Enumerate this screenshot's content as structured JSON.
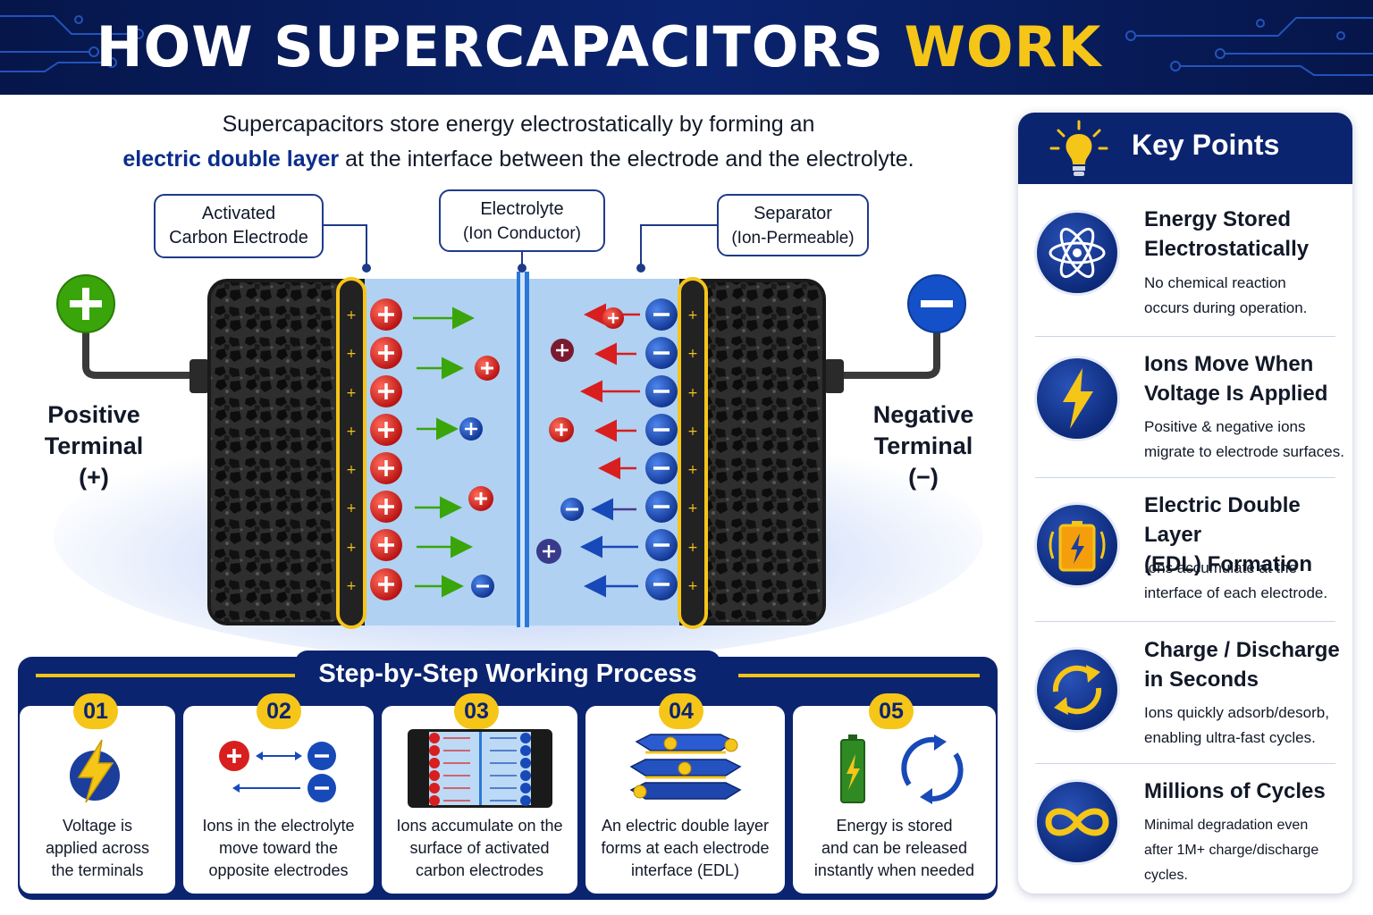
{
  "header": {
    "title_main": "HOW SUPERCAPACITORS",
    "title_accent": "WORK",
    "accent_color": "#f5c518",
    "background_color": "#0b2470"
  },
  "subtitle": {
    "line1": "Supercapacitors store energy electrostatically by forming an",
    "highlight": "electric double layer",
    "line2_rest": "at the interface between the electrode and the electrolyte."
  },
  "diagram": {
    "callouts": {
      "electrode": {
        "line1": "Activated",
        "line2": "Carbon Electrode"
      },
      "electrolyte": {
        "line1": "Electrolyte",
        "line2": "(Ion Conductor)"
      },
      "separator": {
        "line1": "Separator",
        "line2": "(Ion-Permeable)"
      }
    },
    "positive_terminal": {
      "line1": "Positive",
      "line2": "Terminal",
      "line3": "(+)",
      "icon": "plus-icon",
      "color": "#3aa50a"
    },
    "negative_terminal": {
      "line1": "Negative",
      "line2": "Terminal",
      "line3": "(−)",
      "icon": "minus-icon",
      "color": "#1450c8"
    },
    "colors": {
      "positive_ion": "#d81e1e",
      "negative_ion": "#1849b8",
      "electrolyte": "#bcd9f5",
      "edl_outline": "#f5c518",
      "carbon": "#2a2a2a"
    }
  },
  "steps": {
    "title": "Step-by-Step Working Process",
    "items": [
      {
        "num": "01",
        "lines": [
          "Voltage is",
          "applied across",
          "the terminals"
        ],
        "icon": "lightning-icon"
      },
      {
        "num": "02",
        "lines": [
          "Ions in the electrolyte",
          "move toward the",
          "opposite electrodes"
        ],
        "icon": "ion-migration-icon"
      },
      {
        "num": "03",
        "lines": [
          "Ions accumulate on the",
          "surface of activated",
          "carbon electrodes"
        ],
        "icon": "mini-cell-icon"
      },
      {
        "num": "04",
        "lines": [
          "An electric double layer",
          "forms at each electrode",
          "interface (EDL)"
        ],
        "icon": "layers-icon"
      },
      {
        "num": "05",
        "lines": [
          "Energy is stored",
          "and can be released",
          "instantly when needed"
        ],
        "icon": "battery-cycle-icon"
      }
    ]
  },
  "key_points": {
    "title": "Key Points",
    "icon": "lightbulb-icon",
    "items": [
      {
        "title_lines": [
          "Energy Stored",
          "Electrostatically"
        ],
        "text_lines": [
          "No chemical reaction",
          "occurs during operation."
        ],
        "icon": "atom-icon"
      },
      {
        "title_lines": [
          "Ions Move When",
          "Voltage Is Applied"
        ],
        "text_lines": [
          "Positive & negative ions",
          "migrate to electrode surfaces."
        ],
        "icon": "lightning-icon"
      },
      {
        "title_lines": [
          "Electric Double Layer",
          "(EDL) Formation"
        ],
        "text_lines": [
          "Ions accumulate at the",
          "interface of each electrode."
        ],
        "icon": "battery-charge-icon"
      },
      {
        "title_lines": [
          "Charge / Discharge",
          "in Seconds"
        ],
        "text_lines": [
          "Ions quickly adsorb/desorb,",
          "enabling ultra-fast cycles."
        ],
        "icon": "refresh-icon"
      },
      {
        "title_lines": [
          "Millions of Cycles"
        ],
        "text_lines": [
          "Minimal degradation even",
          "after 1M+ charge/discharge cycles."
        ],
        "icon": "infinity-icon"
      }
    ]
  }
}
